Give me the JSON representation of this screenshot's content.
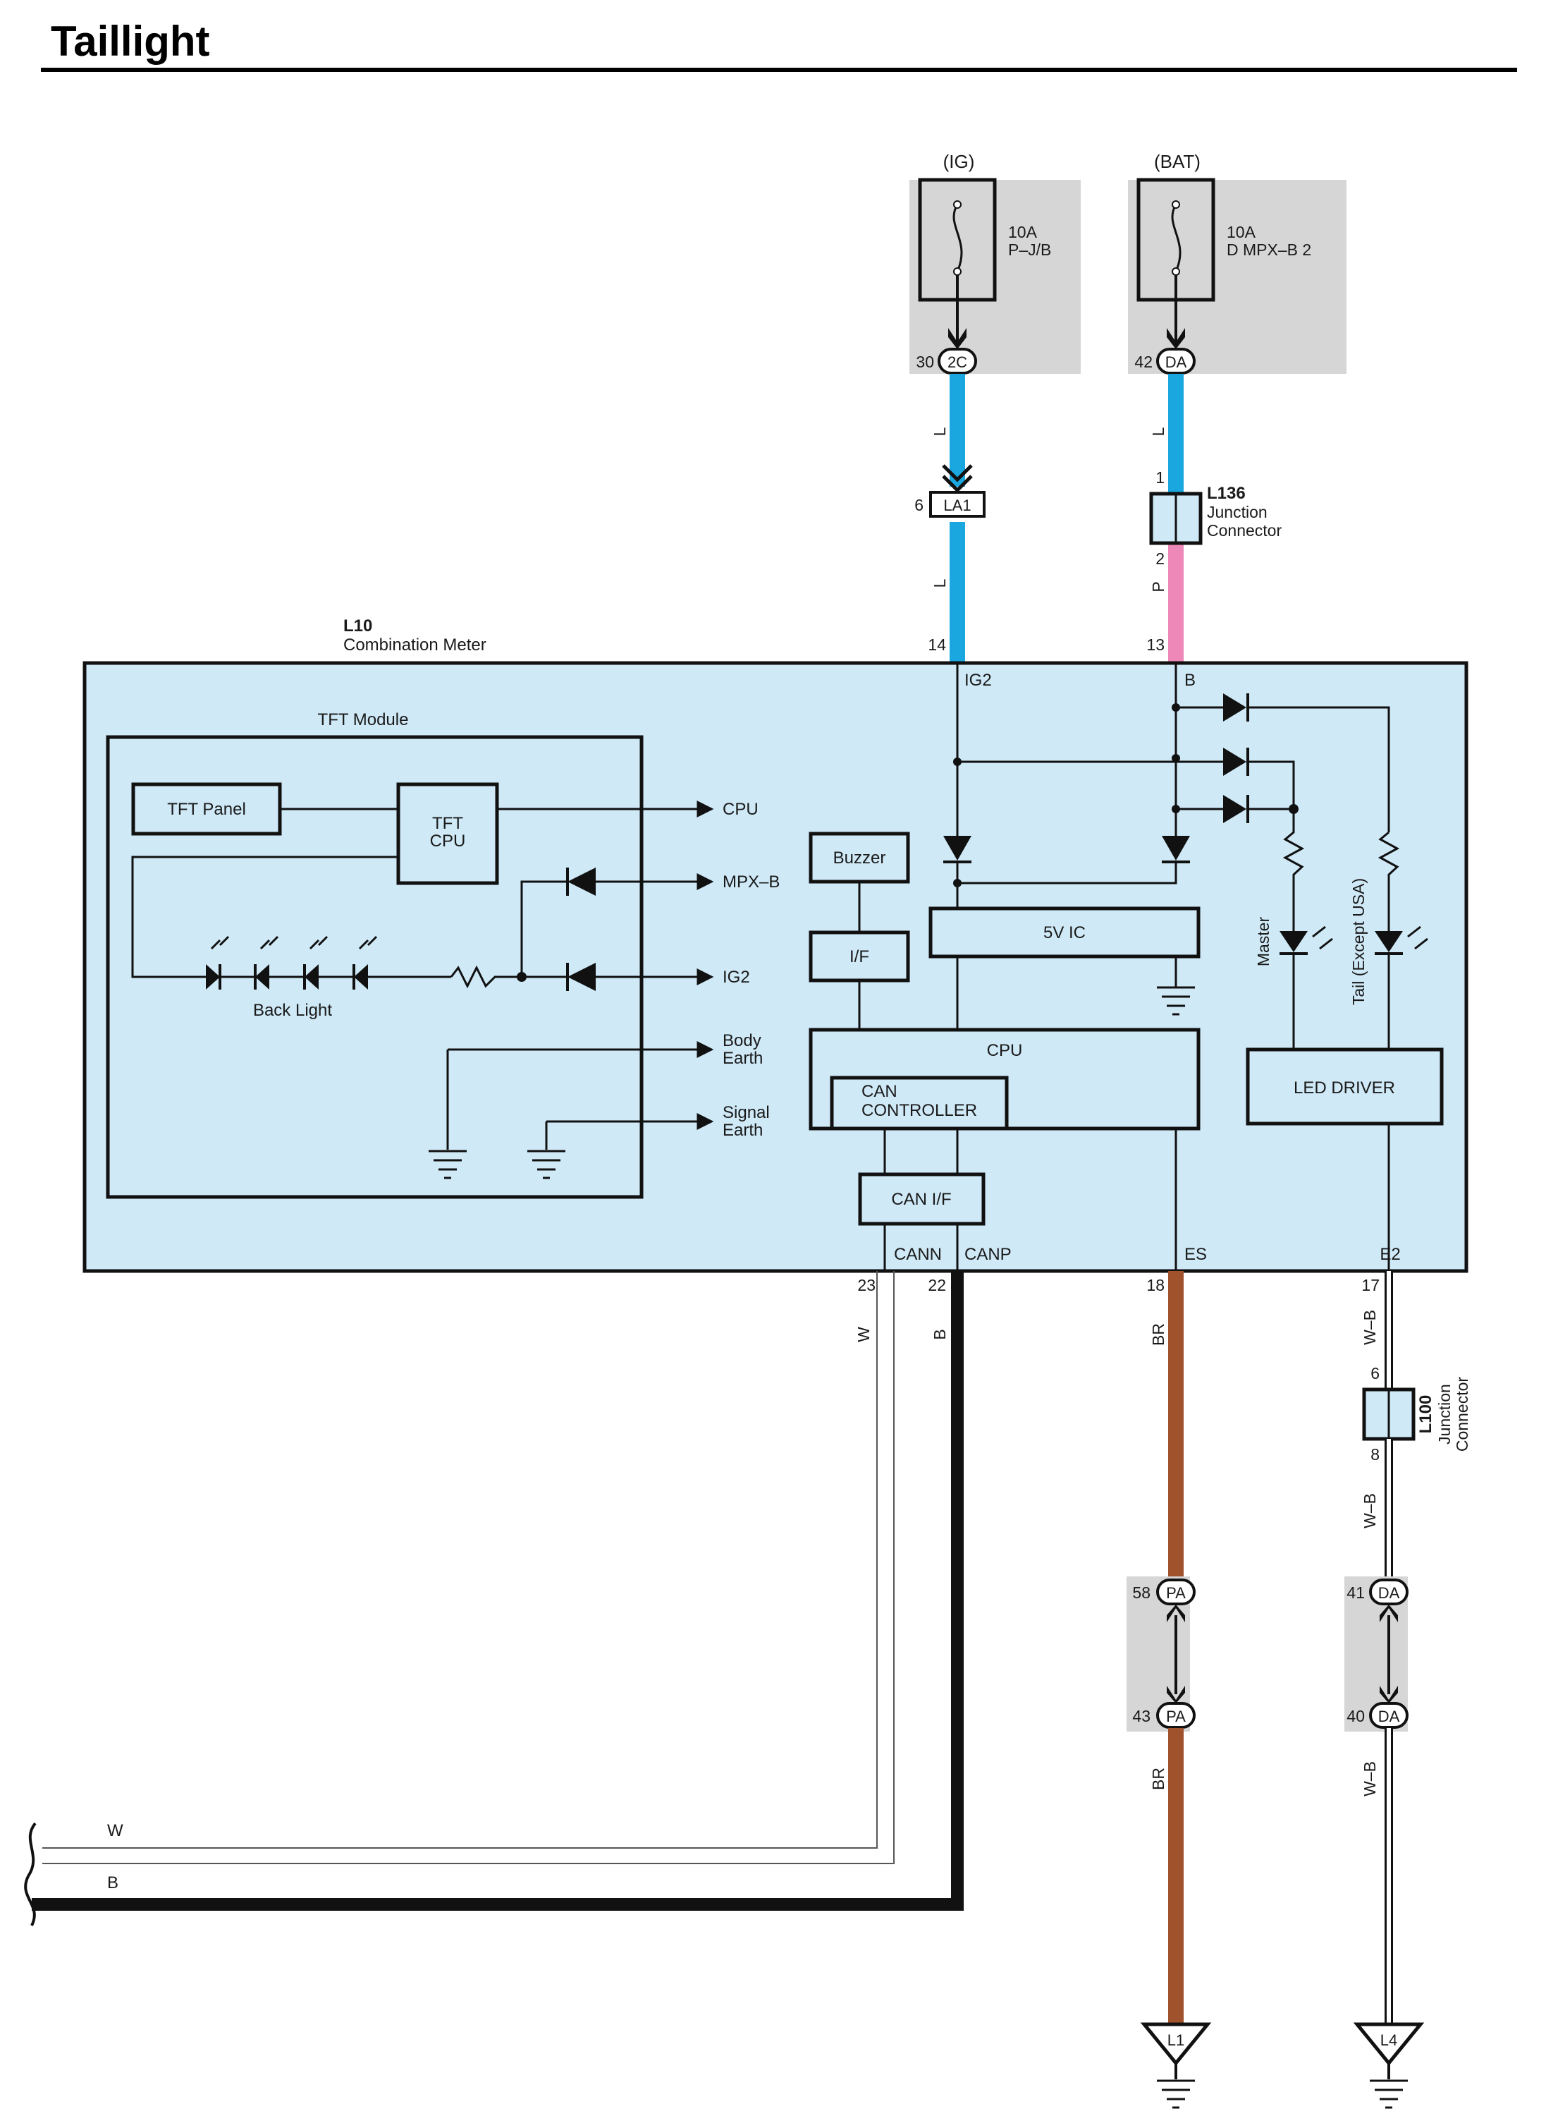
{
  "title": "Taillight",
  "colors": {
    "wire_L": "#1aa7e0",
    "wire_P": "#ee88b8",
    "wire_BR": "#a0522d",
    "wire_B": "#111111",
    "wire_W": "#ffffff",
    "module_fill": "#cfe9f7",
    "fuse_box_fill": "#d6d6d6",
    "junction_fill": "#cfe9f7"
  },
  "fuses": {
    "ig": {
      "source": "(IG)",
      "rating": "10A",
      "name": "P–J/B",
      "pin": "30",
      "connector": "2C"
    },
    "bat": {
      "source": "(BAT)",
      "rating": "10A",
      "name": "D MPX–B 2",
      "pin": "42",
      "connector": "DA"
    }
  },
  "wires": {
    "ig_upper": "L",
    "ig_lower": "L",
    "bat_upper": "L",
    "bat_lower": "P",
    "cann": "W",
    "canp": "B",
    "es": "BR",
    "es_lower": "BR",
    "e2": "W–B",
    "e2_mid": "W–B",
    "e2_lower": "W–B",
    "bus_w": "W",
    "bus_b": "B"
  },
  "connectors": {
    "la1": {
      "label": "LA1",
      "pin": "6"
    },
    "l136": {
      "id": "L136",
      "name_line1": "Junction",
      "name_line2": "Connector",
      "pin_in": "1",
      "pin_out": "2"
    },
    "l100": {
      "id": "L100",
      "name_line1": "Junction",
      "name_line2": "Connector",
      "pin_in": "6",
      "pin_out": "8"
    },
    "pa_top": {
      "pin": "58",
      "label": "PA"
    },
    "pa_bottom": {
      "pin": "43",
      "label": "PA"
    },
    "da_top": {
      "pin": "41",
      "label": "DA"
    },
    "da_bottom": {
      "pin": "40",
      "label": "DA"
    }
  },
  "meter": {
    "id": "L10",
    "name": "Combination Meter",
    "pins": {
      "ig2": "14",
      "b": "13",
      "cann": "23",
      "canp": "22",
      "es": "18",
      "e2": "17"
    },
    "terminals": {
      "ig2": "IG2",
      "b": "B",
      "cann": "CANN",
      "canp": "CANP",
      "es": "ES",
      "e2": "E2"
    }
  },
  "tft": {
    "module_label": "TFT Module",
    "panel": "TFT Panel",
    "cpu_line1": "TFT",
    "cpu_line2": "CPU",
    "backlight": "Back Light",
    "outputs": {
      "cpu": "CPU",
      "mpxb": "MPX–B",
      "ig2": "IG2",
      "body_earth_1": "Body",
      "body_earth_2": "Earth",
      "signal_earth_1": "Signal",
      "signal_earth_2": "Earth"
    }
  },
  "blocks": {
    "buzzer": "Buzzer",
    "if": "I/F",
    "ic5v": "5V IC",
    "cpu": "CPU",
    "can_controller_1": "CAN",
    "can_controller_2": "CONTROLLER",
    "can_if": "CAN I/F",
    "led_driver": "LED DRIVER",
    "master": "Master",
    "tail": "Tail (Except USA)"
  },
  "grounds": {
    "l1": "L1",
    "l4": "L4"
  }
}
